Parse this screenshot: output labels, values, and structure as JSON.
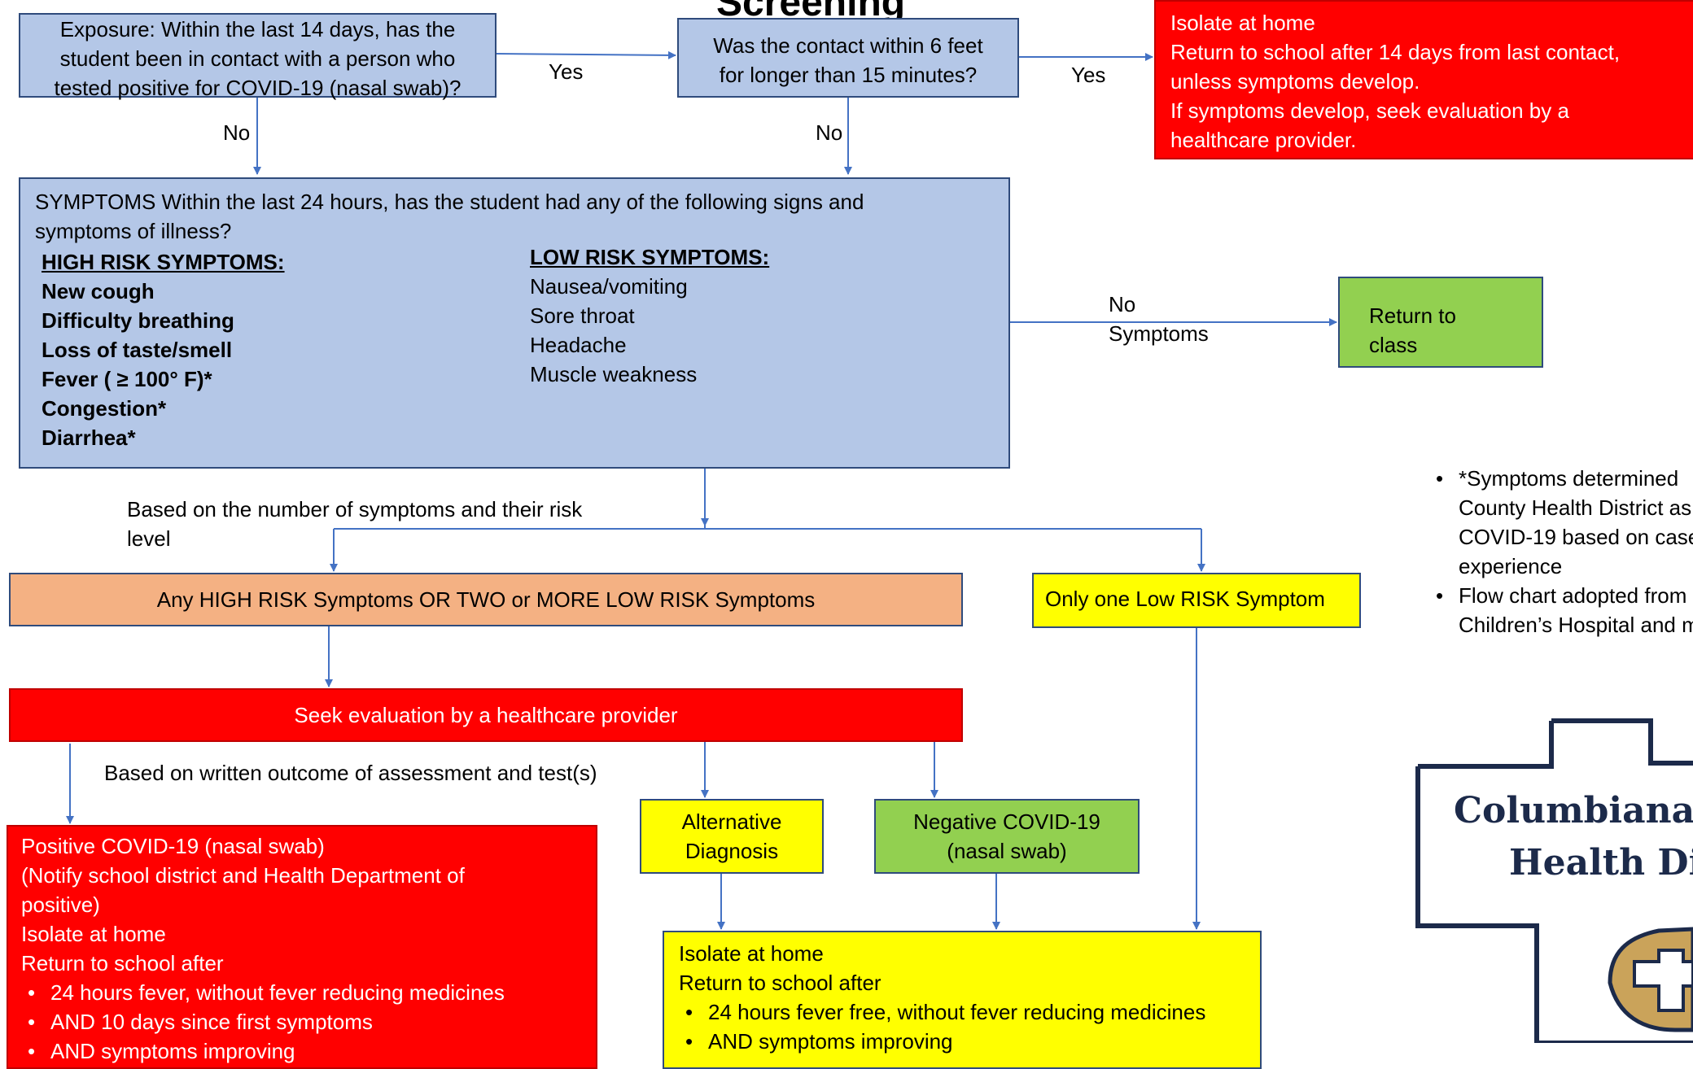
{
  "title": "Screening",
  "exposure": {
    "lines": [
      "Exposure: Within the last 14 days, has the",
      "student been in contact with a person who",
      "tested positive for COVID-19 (nasal swab)?"
    ]
  },
  "contact": {
    "lines": [
      "Was the contact within 6 feet",
      "for longer than 15 minutes?"
    ]
  },
  "isolate_top": {
    "lines": [
      "Isolate at home",
      "Return to school after 14 days from last contact,",
      "unless symptoms develop.",
      "If symptoms develop, seek evaluation by a",
      "healthcare provider."
    ]
  },
  "labels": {
    "yes1": "Yes",
    "yes2": "Yes",
    "no1": "No",
    "no2": "No",
    "no_symptoms": [
      "No",
      "Symptoms"
    ],
    "based_on": [
      "Based on the number of symptoms and their risk",
      "level"
    ],
    "written_outcome": "Based on written outcome of assessment and test(s)"
  },
  "symptoms": {
    "intro": [
      "SYMPTOMS Within the last 24 hours, has the student had any of the following signs and",
      "symptoms of illness?"
    ],
    "high_heading": "HIGH RISK SYMPTOMS: ",
    "high": [
      "New cough",
      "Difficulty breathing",
      "Loss of taste/smell",
      "Fever ( ≥ 100° F)*",
      "Congestion*",
      "Diarrhea*"
    ],
    "low_heading": "LOW RISK SYMPTOMS: ",
    "low": [
      "Nausea/vomiting",
      "Sore throat",
      "Headache",
      "Muscle weakness"
    ]
  },
  "return_class": {
    "lines": [
      "Return to",
      "class"
    ]
  },
  "any_high": "Any HIGH RISK Symptoms OR TWO or MORE LOW RISK Symptoms",
  "only_one": "Only one Low RISK Symptom",
  "seek_eval": "Seek evaluation by a healthcare provider",
  "alt_dx": {
    "lines": [
      "Alternative",
      "Diagnosis"
    ]
  },
  "neg_covid": {
    "lines": [
      "Negative COVID-19",
      "(nasal swab)"
    ]
  },
  "positive": {
    "lines": [
      "Positive COVID-19 (nasal swab)",
      "(Notify school district and Health Department of",
      "positive)",
      "Isolate at home",
      "Return to school after"
    ],
    "bullets": [
      "24 hours fever, without fever reducing medicines",
      "AND 10 days since first symptoms",
      "AND symptoms improving"
    ]
  },
  "isolate_bottom": {
    "lines": [
      "Isolate at home",
      "Return to school after"
    ],
    "bullets": [
      "24 hours fever free, without fever reducing medicines",
      "AND symptoms improving"
    ]
  },
  "notes": {
    "items": [
      [
        "*Symptoms determined",
        "County Health District as",
        "COVID-19 based on case",
        "experience"
      ],
      [
        "Flow chart adopted from",
        "Children’s Hospital and m"
      ]
    ]
  },
  "logo": {
    "line1": "Columbiana",
    "line2": "Health Di"
  },
  "colors": {
    "box_blue": "#b4c7e7",
    "red": "#ff0000",
    "yellow": "#ffff00",
    "green": "#92d050",
    "orange": "#f4b183",
    "arrow": "#4472c4"
  }
}
